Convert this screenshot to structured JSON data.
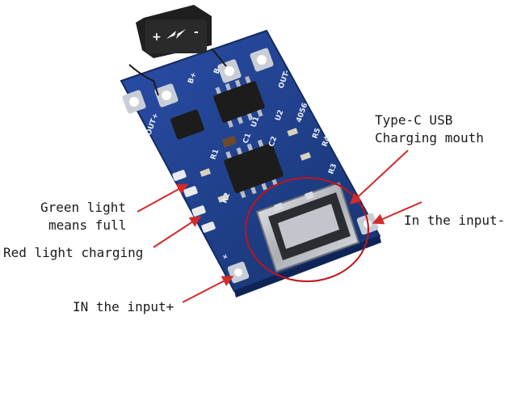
{
  "battery": {
    "plus": "+",
    "minus": "-",
    "bolt_icon": "lightning-icon"
  },
  "silkscreen": {
    "b_plus": "B+",
    "b_minus": "B-",
    "out_minus": "OUT-",
    "out_plus": "OUT+",
    "in_plus": "+",
    "in_minus": "-",
    "chip_code": "4056",
    "r1": "R1",
    "r2": "R2",
    "r3": "R3",
    "r4": "R4",
    "r5": "R5",
    "c1": "C1",
    "c2": "C2",
    "u1": "U1",
    "u2": "U2"
  },
  "annotations": {
    "typec_line1": "Type-C USB",
    "typec_line2": "Charging mouth",
    "green_line1": "Green light",
    "green_line2": "means full",
    "red_light": "Red light charging",
    "in_minus": "In the input-",
    "in_plus": "IN the input+"
  },
  "colors": {
    "pcb": "#1f3f8f",
    "pad": "#c9ced6",
    "arrow": "#d22b2b",
    "circle": "#c0141a",
    "chip": "#1c1c1c"
  }
}
